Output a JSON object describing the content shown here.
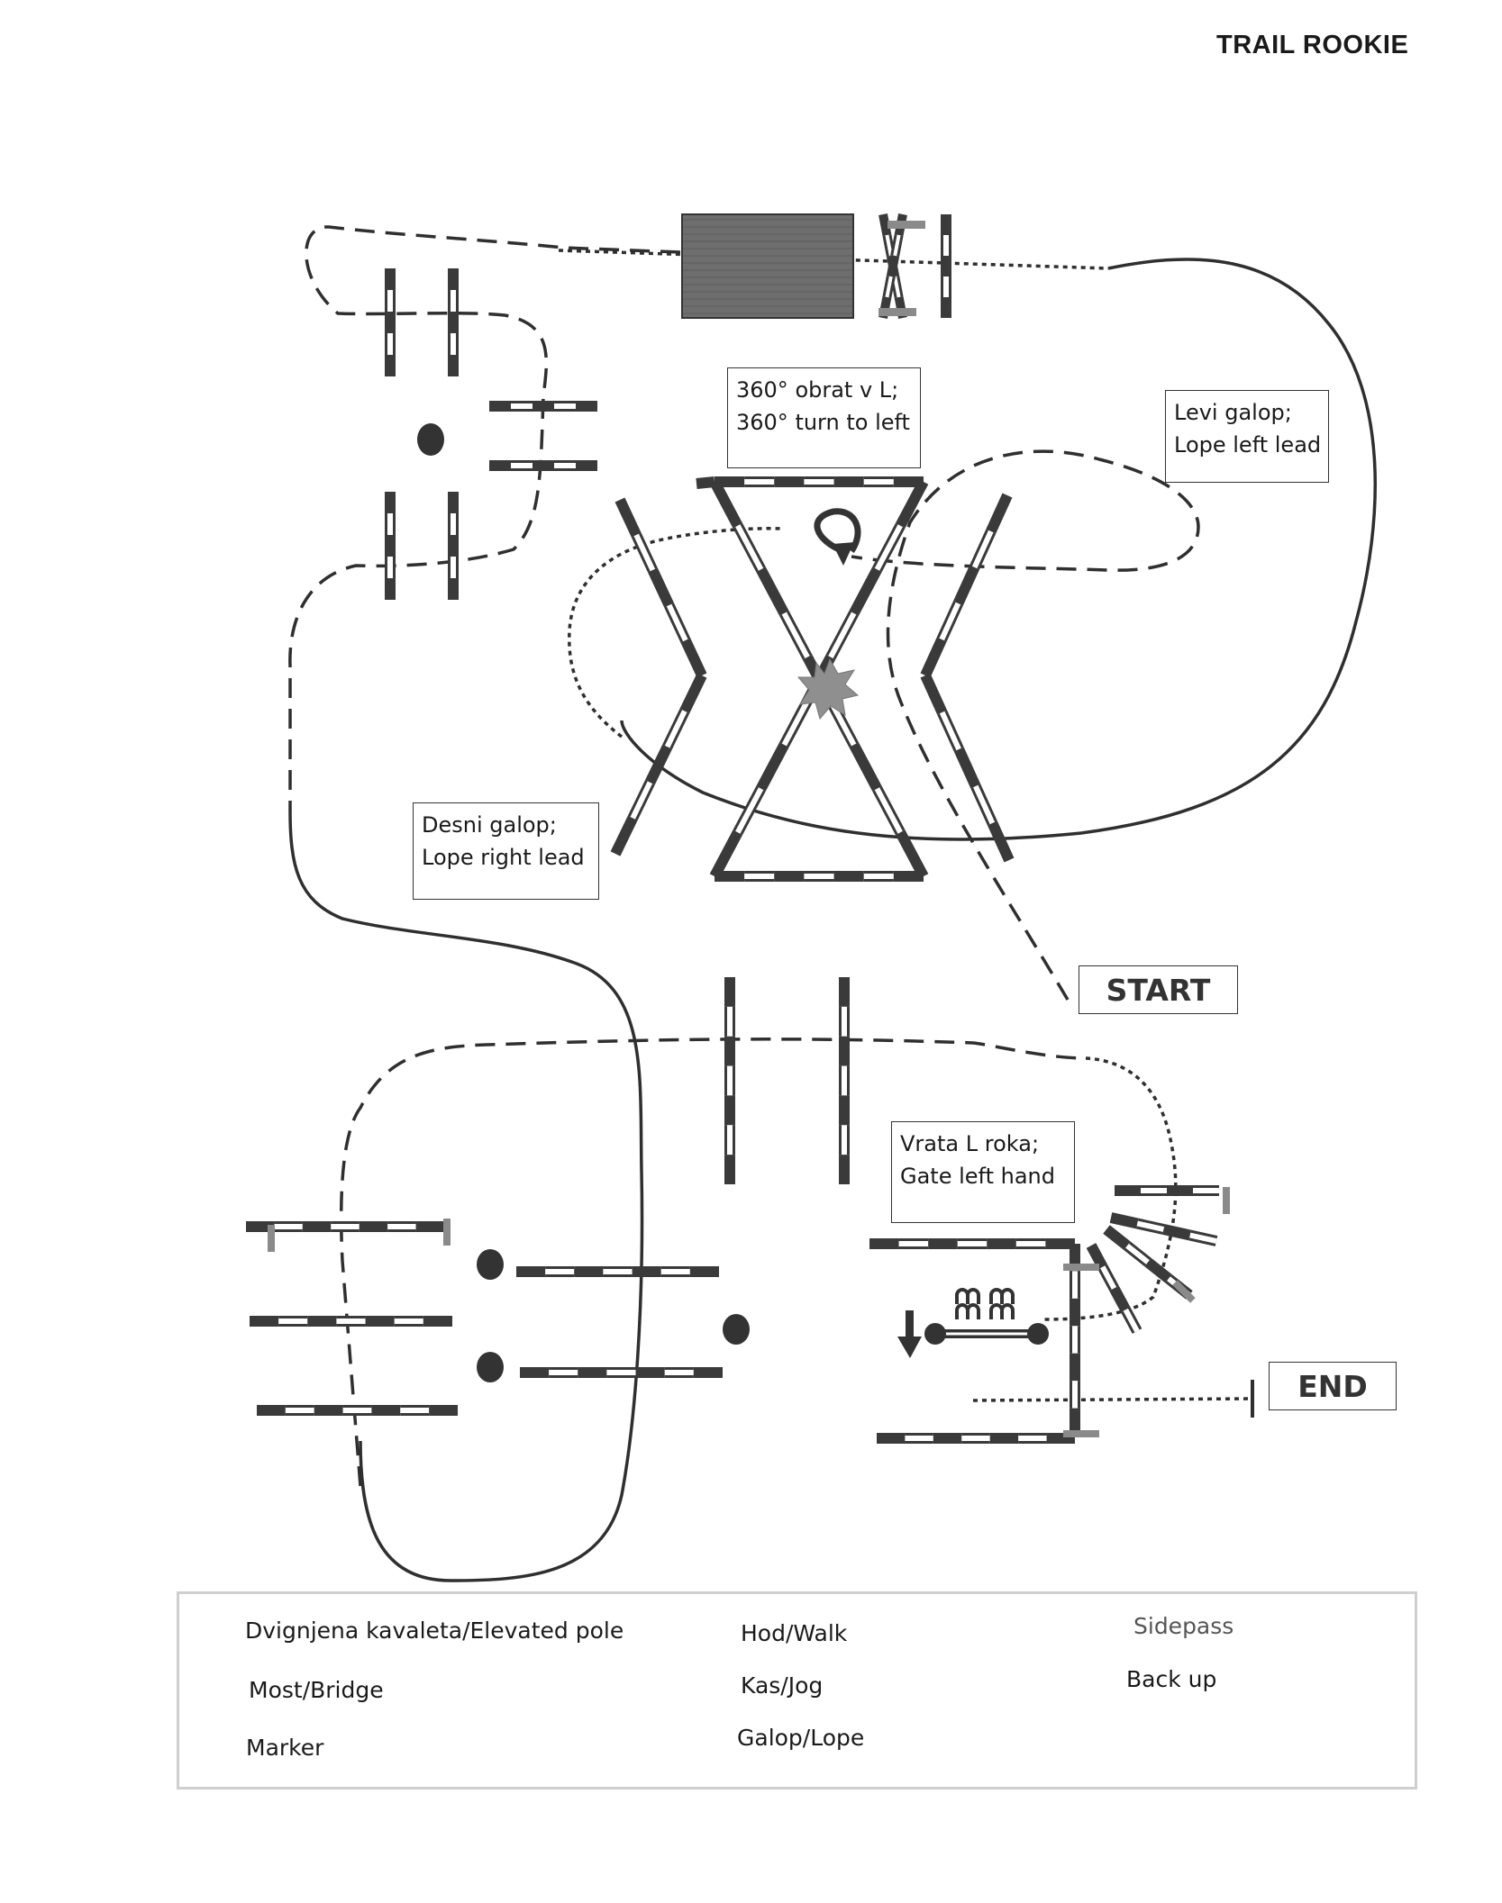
{
  "title": "TRAIL ROOKIE",
  "notes": {
    "turn": {
      "line1": "360° obrat v L;",
      "line2": "360° turn to left"
    },
    "left_lead": {
      "line1": "Levi galop;",
      "line2": "Lope left lead"
    },
    "right_lead": {
      "line1": "Desni galop;",
      "line2": "Lope right lead"
    },
    "gate": {
      "line1": "Vrata L roka;",
      "line2": "Gate left hand"
    }
  },
  "start_label": "START",
  "end_label": "END",
  "legend": {
    "elevated_pole": "Dvignjena kavaleta/Elevated pole",
    "bridge": "Most/Bridge",
    "marker": "Marker",
    "walk": "Hod/Walk",
    "jog": "Kas/Jog",
    "lope": "Galop/Lope",
    "sidepass": "Sidepass",
    "back_up": "Back up"
  },
  "icons": {
    "elevated_pole": "elevated-pole-icon",
    "bridge": "bridge-icon",
    "marker": "marker-icon",
    "sidepass": "sidepass-icon",
    "back_up": "back-up-icon",
    "turn": "turn-left-arrow-icon",
    "center_marker": "star-marker-icon"
  },
  "colors": {
    "pole_dark": "#3a3a3a",
    "pole_light": "#ffffff",
    "path": "#2f2f2f",
    "bridge": "#6f6f6f",
    "marker": "#333333",
    "elevated_post": "#8a8a8a"
  }
}
